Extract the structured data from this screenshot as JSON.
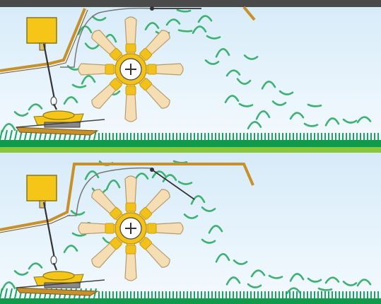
{
  "colors": {
    "sky_top": "#d6ebf8",
    "sky_bottom": "#f4faff",
    "top_bar": "#4a4a4a",
    "separator": "#8cc63f",
    "ground": "#0f9a4c",
    "grass": "#1aa55a",
    "crop": "#3cb371",
    "frame": "#c8902a",
    "motor": "#f5c518",
    "hub": "#f2c21b",
    "tine": "#f5deb3",
    "tine_stroke": "#b89a6a",
    "shaft": "#333333",
    "hood": "#777777"
  },
  "panels": [
    {
      "id": "top",
      "hood_door": "closed"
    },
    {
      "id": "bottom",
      "hood_door": "open"
    }
  ],
  "icons": {
    "rotor_hub": "plus-icon"
  }
}
